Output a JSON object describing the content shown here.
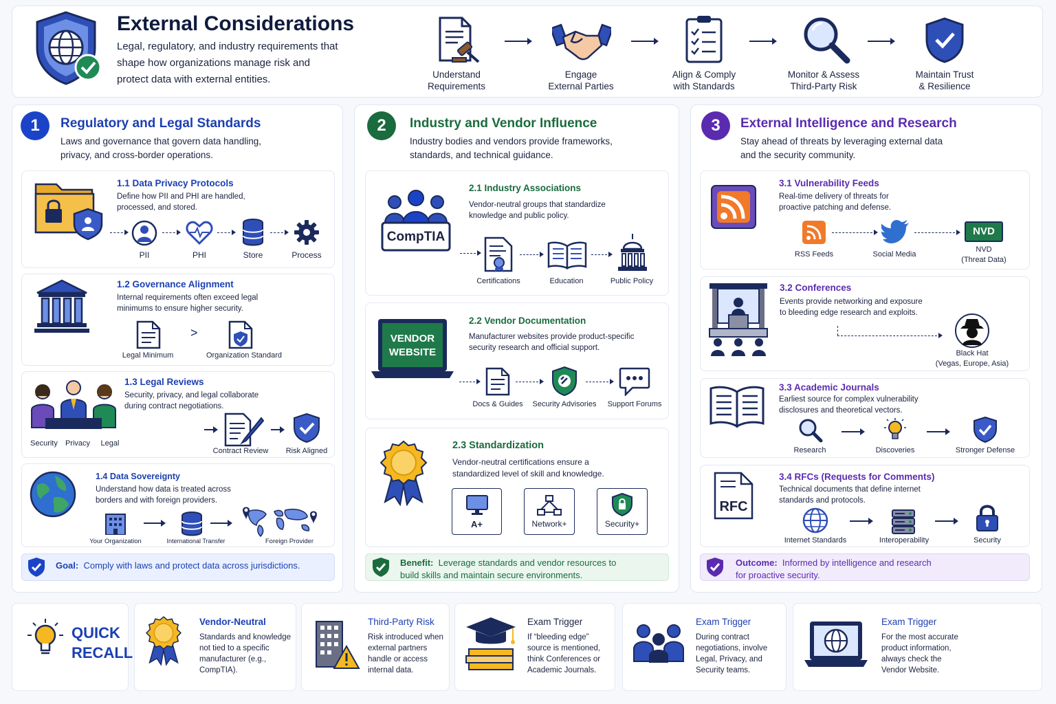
{
  "header": {
    "title": "External Considerations",
    "subtitle_line1": "Legal, regulatory, and industry requirements that",
    "subtitle_line2": "shape how organizations manage risk and",
    "subtitle_line3": "protect data with external entities.",
    "steps": [
      {
        "l1": "Understand",
        "l2": "Requirements",
        "icon": "document-gavel-icon"
      },
      {
        "l1": "Engage",
        "l2": "External Parties",
        "icon": "handshake-icon"
      },
      {
        "l1": "Align & Comply",
        "l2": "with Standards",
        "icon": "checklist-icon"
      },
      {
        "l1": "Monitor & Assess",
        "l2": "Third-Party Risk",
        "icon": "magnifier-icon"
      },
      {
        "l1": "Maintain Trust",
        "l2": "& Resilience",
        "icon": "shield-check-icon"
      }
    ]
  },
  "col1": {
    "number": "1",
    "title": "Regulatory and Legal Standards",
    "desc1": "Laws and governance that govern data handling,",
    "desc2": "privacy, and cross-border operations.",
    "c11": {
      "title": "1.1  Data Privacy Protocols",
      "d1": "Define how PII and PHI are handled,",
      "d2": "processed, and stored.",
      "labels": [
        "PII",
        "PHI",
        "Store",
        "Process"
      ]
    },
    "c12": {
      "title": "1.2  Governance Alignment",
      "d1": "Internal requirements often exceed legal",
      "d2": "minimums to ensure higher security.",
      "labels": [
        "Legal Minimum",
        "Organization Standard"
      ],
      "sep": ">"
    },
    "c13": {
      "title": "1.3  Legal Reviews",
      "d1": "Security, privacy, and legal collaborate",
      "d2": "during contract negotiations.",
      "people": [
        "Security",
        "Privacy",
        "Legal"
      ],
      "labels": [
        "Contract Review",
        "Risk Aligned"
      ]
    },
    "c14": {
      "title": "1.4  Data Sovereignty",
      "d1": "Understand how data is treated across",
      "d2": "borders and with foreign providers.",
      "labels": [
        "Your Organization",
        "International Transfer",
        "Foreign Provider"
      ]
    },
    "goal_label": "Goal:",
    "goal_text": "Comply with laws and protect data across jurisdictions."
  },
  "col2": {
    "number": "2",
    "title": "Industry and Vendor Influence",
    "desc1": "Industry bodies and vendors provide frameworks,",
    "desc2": "standards, and technical guidance.",
    "c21": {
      "title": "2.1  Industry Associations",
      "d1": "Vendor-neutral groups that standardize",
      "d2": "knowledge and public policy.",
      "sign": "CompTIA",
      "labels": [
        "Certifications",
        "Education",
        "Public Policy"
      ]
    },
    "c22": {
      "title": "2.2  Vendor Documentation",
      "d1": "Manufacturer websites provide product-specific",
      "d2": "security research and official support.",
      "screen1": "VENDOR",
      "screen2": "WEBSITE",
      "labels": [
        "Docs & Guides",
        "Security Advisories",
        "Support Forums"
      ]
    },
    "c23": {
      "title": "2.3  Standardization",
      "d1": "Vendor-neutral certifications ensure a",
      "d2": "standardized level of skill and knowledge.",
      "certs": [
        "A+",
        "Network+",
        "Security+"
      ]
    },
    "benefit_label": "Benefit:",
    "benefit_text1": "Leverage standards and vendor resources to",
    "benefit_text2": "build skills and maintain secure environments."
  },
  "col3": {
    "number": "3",
    "title": "External Intelligence and Research",
    "desc1": "Stay ahead of threats by leveraging external data",
    "desc2": "and the security community.",
    "c31": {
      "title": "3.1  Vulnerability Feeds",
      "d1": "Real-time delivery of threats for",
      "d2": "proactive patching and defense.",
      "labels": [
        "RSS Feeds",
        "Social Media",
        "NVD",
        "(Threat Data)"
      ],
      "nvd": "NVD"
    },
    "c32": {
      "title": "3.2  Conferences",
      "d1": "Events provide networking and exposure",
      "d2": "to bleeding edge research and exploits.",
      "labels": [
        "Black Hat",
        "(Vegas, Europe, Asia)"
      ]
    },
    "c33": {
      "title": "3.3  Academic Journals",
      "d1": "Earliest source for complex vulnerability",
      "d2": "disclosures and theoretical vectors.",
      "labels": [
        "Research",
        "Discoveries",
        "Stronger Defense"
      ]
    },
    "c34": {
      "title": "3.4  RFCs (Requests for Comments)",
      "d1": "Technical documents that define internet",
      "d2": "standards and protocols.",
      "doc": "RFC",
      "labels": [
        "Internet Standards",
        "Interoperability",
        "Security"
      ]
    },
    "outcome_label": "Outcome:",
    "outcome_text1": "Informed by intelligence and research",
    "outcome_text2": "for proactive security."
  },
  "recall": {
    "title1": "QUICK",
    "title2": "RECALL",
    "cards": [
      {
        "title": "Vendor-Neutral",
        "lines": [
          "Standards and knowledge",
          "not tied to a specific",
          "manufacturer (e.g.,",
          "CompTIA)."
        ]
      },
      {
        "title": "Third-Party Risk",
        "lines": [
          "Risk introduced when",
          "external partners",
          "handle or access",
          "internal data."
        ]
      },
      {
        "title": "Exam Trigger",
        "lines": [
          "If “bleeding edge”",
          "source is mentioned,",
          "think Conferences or",
          "Academic Journals."
        ]
      },
      {
        "title": "Exam Trigger",
        "lines": [
          "During contract",
          "negotiations, involve",
          "Legal, Privacy, and",
          "Security teams."
        ]
      },
      {
        "title": "Exam Trigger",
        "lines": [
          "For the most accurate",
          "product information,",
          "always check the",
          "Vendor Website."
        ]
      }
    ]
  },
  "colors": {
    "blue": "#1b3fb3",
    "green": "#1a6b3d",
    "purple": "#5a2bb0",
    "navy": "#1b2a5c",
    "gold": "#f5b820"
  }
}
